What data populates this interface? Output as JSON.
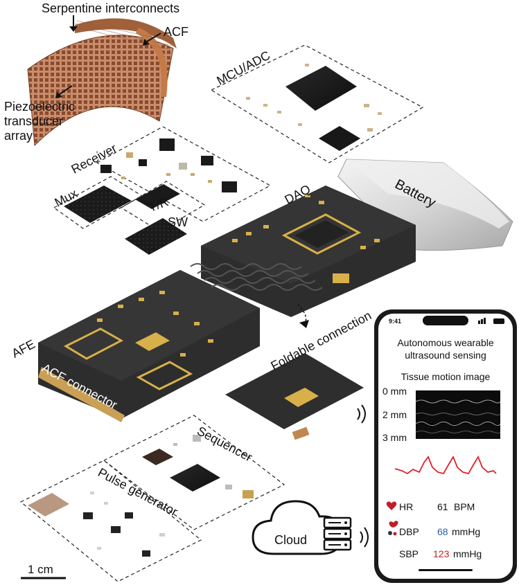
{
  "labels": {
    "serpentine": "Serpentine interconnects",
    "acf": "ACF",
    "piezo_line1": "Piezoelectric",
    "piezo_line2": "transducer",
    "piezo_line3": "array",
    "mcu": "MCU/ADC",
    "receiver": "Receiver",
    "mux": "Mux",
    "tr_line1": "T/R",
    "tr_line2": "SW",
    "daq": "DAQ",
    "battery": "Battery",
    "afe": "AFE",
    "acf_connector": "ACF connector",
    "foldable": "Foldable connection",
    "wifi": "Wi-Fi",
    "sequencer": "Sequencer",
    "pulse": "Pulse generator",
    "cloud": "Cloud",
    "scale": "1 cm"
  },
  "phone": {
    "time": "9:41",
    "title_line1": "Autonomous wearable",
    "title_line2": "ultrasound sensing",
    "tissue_title": "Tissue motion image",
    "depth_ticks": [
      "0 mm",
      "2 mm",
      "3 mm"
    ],
    "hr_label": "HR",
    "hr_value": "61",
    "hr_unit": "BPM",
    "dbp_label": "DBP",
    "dbp_value": "68",
    "dbp_unit": "mmHg",
    "sbp_label": "SBP",
    "sbp_value": "123",
    "sbp_unit": "mmHg"
  },
  "colors": {
    "pcb": "#2d2d2d",
    "gold": "#d8b04a",
    "copper": "#b5774f",
    "waveform": "#e0202a",
    "dbp": "#2a5fa8",
    "sbp": "#c22020",
    "heart": "#c21d2b"
  }
}
